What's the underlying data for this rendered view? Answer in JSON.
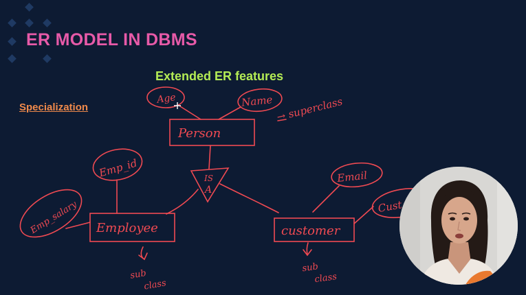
{
  "slide": {
    "title": "ER MODEL IN DBMS",
    "subtitle": "Extended ER features",
    "section": "Specialization"
  },
  "diagram": {
    "superclass_entity": "Person",
    "superclass_attributes": [
      "Age",
      "Name"
    ],
    "superclass_note": "→ superclass",
    "isa_label": [
      "IS",
      "A"
    ],
    "subclasses": [
      {
        "entity": "Employee",
        "attributes": [
          "Emp_id",
          "Emp_salary"
        ],
        "note": [
          "sub",
          "class"
        ]
      },
      {
        "entity": "customer",
        "attributes": [
          "Email",
          "Cust"
        ],
        "note": [
          "sub",
          "class"
        ]
      }
    ]
  },
  "colors": {
    "background": "#0d1b33",
    "title": "#e75aa8",
    "subtitle": "#b4ec55",
    "section": "#f08a4b",
    "ink": "#f04a52"
  }
}
